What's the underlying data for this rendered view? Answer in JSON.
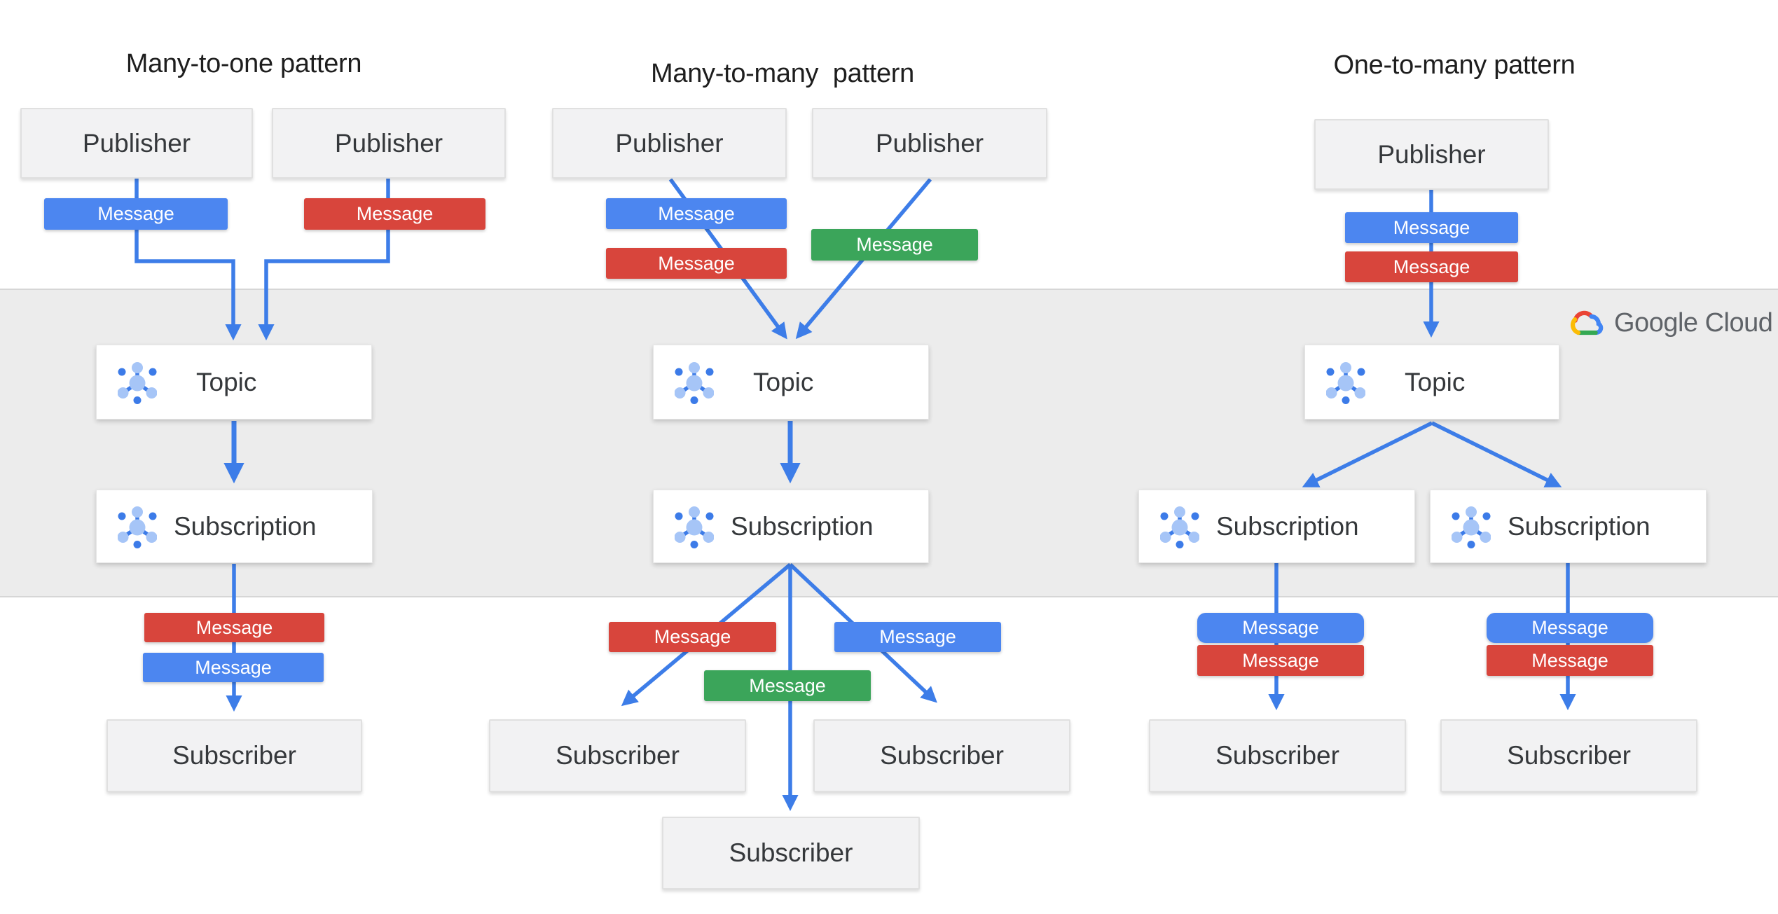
{
  "titles": {
    "left": "Many-to-one pattern",
    "middle": "Many-to-many  pattern",
    "right": "One-to-many pattern"
  },
  "labels": {
    "publisher": "Publisher",
    "topic": "Topic",
    "subscription": "Subscription",
    "subscriber": "Subscriber",
    "message": "Message"
  },
  "logo": {
    "text": "Google Cloud"
  },
  "colors": {
    "message_blue": "#4C86F0",
    "message_red": "#D8453C",
    "message_green": "#3BA55A",
    "arrow": "#3D7DE8",
    "band_fill": "#ECECEC",
    "band_border": "#D6D6D6",
    "node_fill": "#F2F2F3",
    "node_border": "#E0E0E0",
    "title_text": "#1E1E1E",
    "label_text": "#35383B",
    "logo_text": "#5F6368",
    "icon_light": "#A6C5F7",
    "icon_dark": "#3C7BE8",
    "google_blue": "#4285F4",
    "google_red": "#EA4335",
    "google_yellow": "#FBBC05",
    "google_green": "#34A853"
  }
}
